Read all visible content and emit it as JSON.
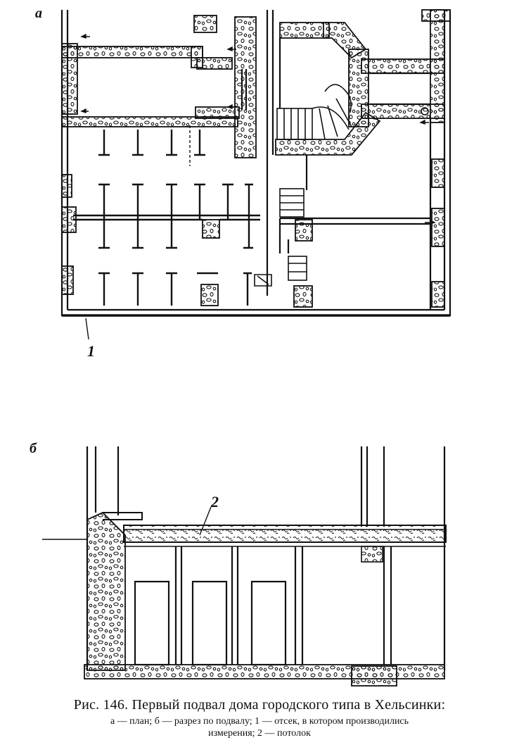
{
  "figure": {
    "plan_letter": "a",
    "section_letter": "б",
    "callout_1": "1",
    "callout_2": "2"
  },
  "caption": {
    "title": "Рис. 146. Первый подвал дома городского типа в Хельсинки:",
    "line1": "а — план; б — разрез по подвалу; 1 — отсек, в котором производились",
    "line2": "измерения; 2 — потолок"
  },
  "colors": {
    "ink": "#111111",
    "paper": "#ffffff"
  }
}
